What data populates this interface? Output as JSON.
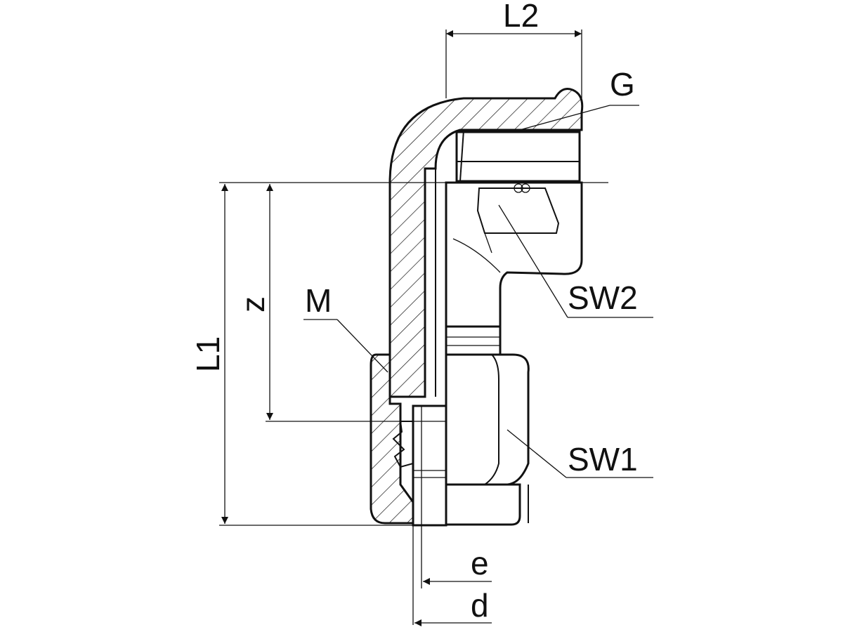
{
  "labels": {
    "L2": "L2",
    "G": "G",
    "SW2": "SW2",
    "M": "M",
    "z": "z",
    "L1": "L1",
    "SW1": "SW1",
    "e": "e",
    "d": "d"
  }
}
